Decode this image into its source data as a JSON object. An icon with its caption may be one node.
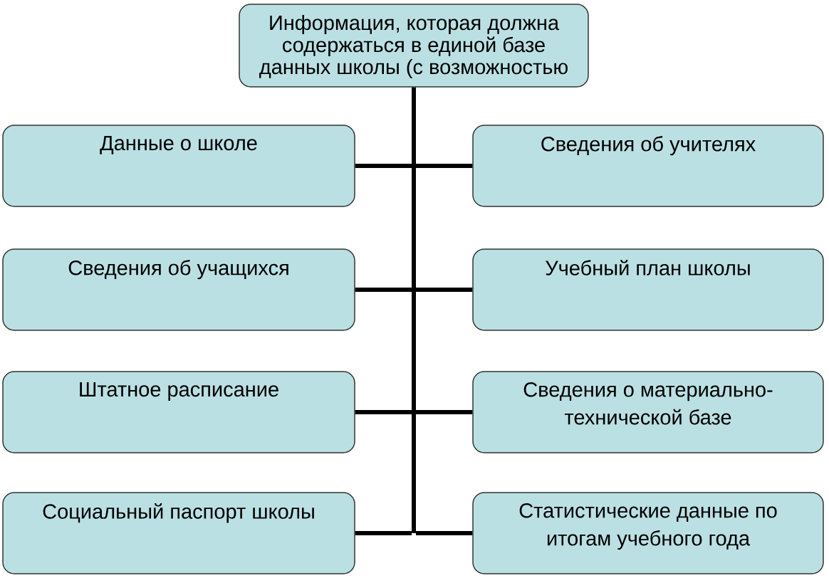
{
  "diagram": {
    "nodes": [
      {
        "text": [
          "Информация, которая должна содержаться в единой базе данных школы (с возможностью"
        ]
      },
      {
        "text": [
          "Данные о школе"
        ]
      },
      {
        "text": [
          "Сведения об учителях"
        ]
      },
      {
        "text": [
          "Сведения об учащихся"
        ]
      },
      {
        "text": [
          "Учебный план школы"
        ]
      },
      {
        "text": [
          "Штатное расписание"
        ]
      },
      {
        "text": [
          "Сведения о материально-технической базе"
        ]
      },
      {
        "text": [
          "Социальный паспорт школы"
        ]
      },
      {
        "text": [
          "Статистические данные по итогам учебного года"
        ]
      }
    ],
    "edges": [
      {
        "from": 0,
        "to": 1,
        "arrow": "none"
      },
      {
        "from": 0,
        "to": 2,
        "arrow": "none"
      },
      {
        "from": 0,
        "to": 3,
        "arrow": "none"
      },
      {
        "from": 0,
        "to": 4,
        "arrow": "none"
      },
      {
        "from": 0,
        "to": 5,
        "arrow": "none"
      },
      {
        "from": 0,
        "to": 6,
        "arrow": "none"
      },
      {
        "from": 0,
        "to": 7,
        "arrow": "none"
      },
      {
        "from": 0,
        "to": 8,
        "arrow": "none"
      }
    ]
  }
}
